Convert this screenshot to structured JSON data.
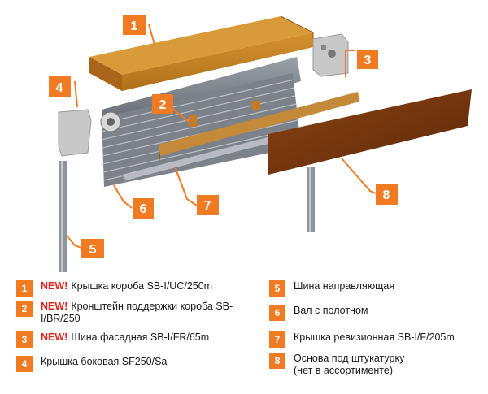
{
  "callouts": [
    "1",
    "2",
    "3",
    "4",
    "5",
    "6",
    "7",
    "8"
  ],
  "colors": {
    "accent": "#f07b23",
    "new_badge": "#e32119"
  },
  "legend": [
    {
      "num": "1",
      "new": "NEW!",
      "text": "Крышка короба SB-I/UC/250m"
    },
    {
      "num": "2",
      "new": "NEW!",
      "text": "Кронштейн поддержки короба SB-I/BR/250"
    },
    {
      "num": "3",
      "new": "NEW!",
      "text": "Шина фасадная SB-I/FR/65m"
    },
    {
      "num": "4",
      "new": "",
      "text": "Крышка боковая SF250/Sa"
    },
    {
      "num": "5",
      "new": "",
      "text": "Шина направляющая"
    },
    {
      "num": "6",
      "new": "",
      "text": "Вал с полотном"
    },
    {
      "num": "7",
      "new": "",
      "text": "Крышка ревизионная SB-I/F/205m"
    },
    {
      "num": "8",
      "new": "",
      "text": "Основа под штукатурку (нет в ассортименте)"
    }
  ]
}
